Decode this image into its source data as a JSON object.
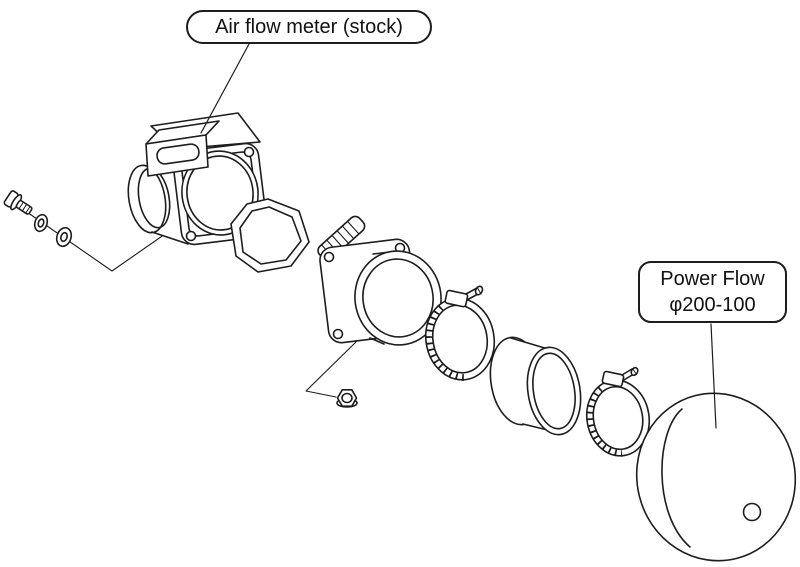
{
  "diagram": {
    "callouts": {
      "airflow_meter": "Air flow meter (stock)",
      "power_flow_line1": "Power Flow",
      "power_flow_line2": "φ200-100"
    },
    "colors": {
      "line": "#1d1d1d",
      "background": "#ffffff"
    }
  }
}
